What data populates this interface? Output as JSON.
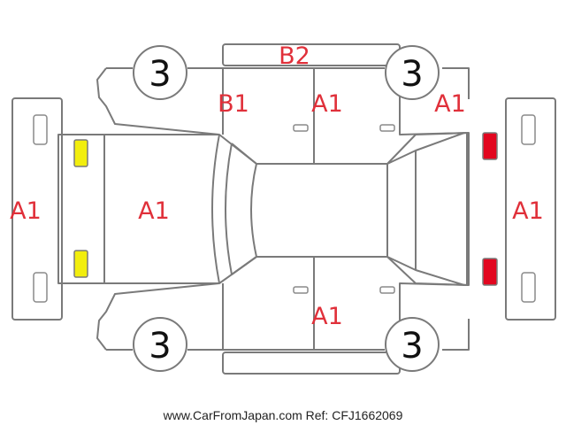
{
  "colors": {
    "damage_text": "#e0303a",
    "yellow_marker": "#f2ee0d",
    "red_marker": "#e2061f",
    "outline": "#7a7a7a"
  },
  "labels": {
    "front_bumper": "A1",
    "hood": "A1",
    "front_left_fender": "B1",
    "roof_edge_left": "B2",
    "left_rear_door": "A1",
    "left_rear_quarter": "A1",
    "right_rear_door": "A1",
    "rear_bumper": "A1"
  },
  "wheels": {
    "front_left": "3",
    "rear_left": "3",
    "front_right": "3",
    "rear_right": "3"
  },
  "markers": {
    "front": [
      "yellow-marker",
      "yellow-marker"
    ],
    "rear": [
      "red-marker",
      "red-marker"
    ]
  },
  "footer": {
    "credit": "www.CarFromJapan.com Ref: CFJ1662069"
  }
}
